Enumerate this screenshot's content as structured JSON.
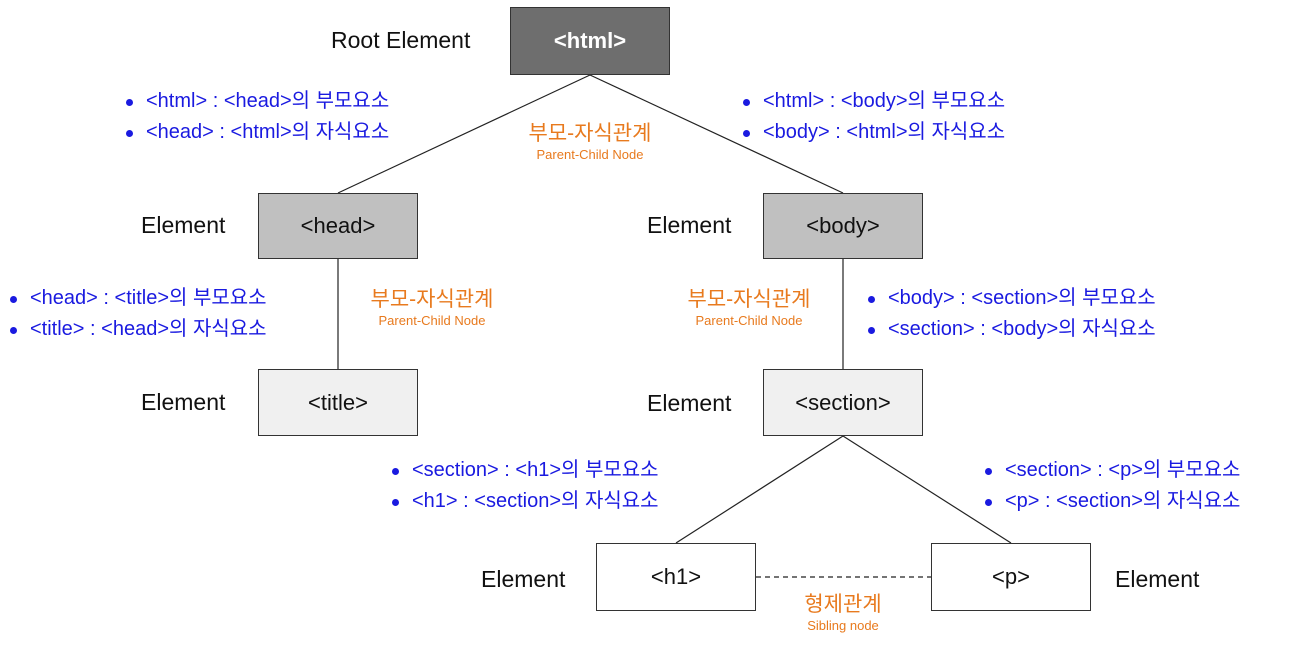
{
  "nodes": {
    "html": "<html>",
    "head": "<head>",
    "body": "<body>",
    "title": "<title>",
    "section": "<section>",
    "h1": "<h1>",
    "p": "<p>"
  },
  "labels": {
    "root": "Root Element",
    "element": "Element"
  },
  "relations": {
    "parent_child_ko": "부모-자식관계",
    "parent_child_en": "Parent-Child Node",
    "sibling_ko": "형제관계",
    "sibling_en": "Sibling node"
  },
  "notes": {
    "html_head": [
      "<html> : <head>의 부모요소",
      "<head> : <html>의 자식요소"
    ],
    "html_body": [
      "<html> : <body>의 부모요소",
      "<body> : <html>의 자식요소"
    ],
    "head_title": [
      "<head> : <title>의 부모요소",
      "<title> : <head>의 자식요소"
    ],
    "body_section": [
      "<body> : <section>의 부모요소",
      "<section> : <body>의 자식요소"
    ],
    "section_h1": [
      "<section> : <h1>의 부모요소",
      "<h1> : <section>의 자식요소"
    ],
    "section_p": [
      "<section> : <p>의 부모요소",
      "<p> : <section>의 자식요소"
    ]
  },
  "colors": {
    "root_fill": "#6e6e6e",
    "mid_fill": "#c0c0c0",
    "light_fill": "#f0f0f0",
    "note_text": "#1a1ae0",
    "relation_text": "#e87a1e"
  }
}
